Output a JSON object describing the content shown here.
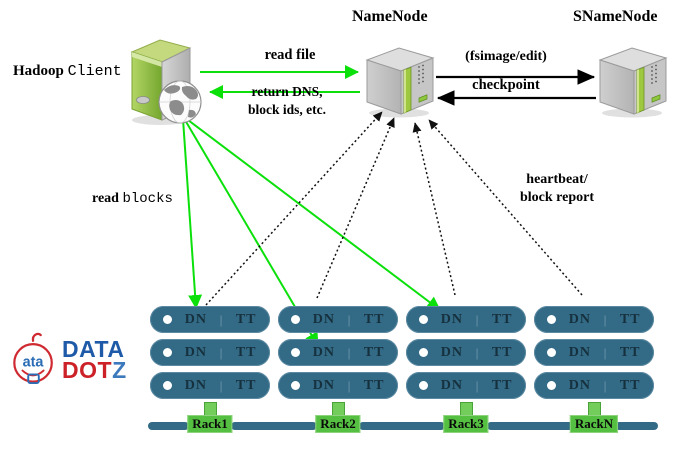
{
  "client": {
    "name_bold": "Hadoop",
    "name_mono": "Client"
  },
  "namenode": {
    "title": "NameNode"
  },
  "snamenode": {
    "title": "SNameNode"
  },
  "edges": {
    "read_file": "read file",
    "return_dns_l1": "return DNS,",
    "return_dns_l2": "block ids, etc.",
    "fsimage": "(fsimage/edit)",
    "checkpoint": "checkpoint",
    "read_blocks_bold": "read",
    "read_blocks_mono": "blocks",
    "heartbeat_l1": "heartbeat/",
    "heartbeat_l2": "block report"
  },
  "sep": "|",
  "racks": [
    {
      "label": "Rack1",
      "nodes": [
        {
          "dn": "DN",
          "tt": "TT"
        },
        {
          "dn": "DN",
          "tt": "TT"
        },
        {
          "dn": "DN",
          "tt": "TT"
        }
      ]
    },
    {
      "label": "Rack2",
      "nodes": [
        {
          "dn": "DN",
          "tt": "TT"
        },
        {
          "dn": "DN",
          "tt": "TT"
        },
        {
          "dn": "DN",
          "tt": "TT"
        }
      ]
    },
    {
      "label": "Rack3",
      "nodes": [
        {
          "dn": "DN",
          "tt": "TT"
        },
        {
          "dn": "DN",
          "tt": "TT"
        },
        {
          "dn": "DN",
          "tt": "TT"
        }
      ]
    },
    {
      "label": "RackN",
      "nodes": [
        {
          "dn": "DN",
          "tt": "TT"
        },
        {
          "dn": "DN",
          "tt": "TT"
        },
        {
          "dn": "DN",
          "tt": "TT"
        }
      ]
    }
  ],
  "logo": {
    "word1": "DATA",
    "word2_red": "DOT",
    "word2_blue": "Z"
  },
  "colors": {
    "arrow_green": "#0be00b",
    "rack_teal": "#336b87",
    "rack_label_green": "#55bf42",
    "server_green": "#9ec840",
    "logo_blue": "#1e5aa7",
    "logo_red": "#cc2127"
  }
}
